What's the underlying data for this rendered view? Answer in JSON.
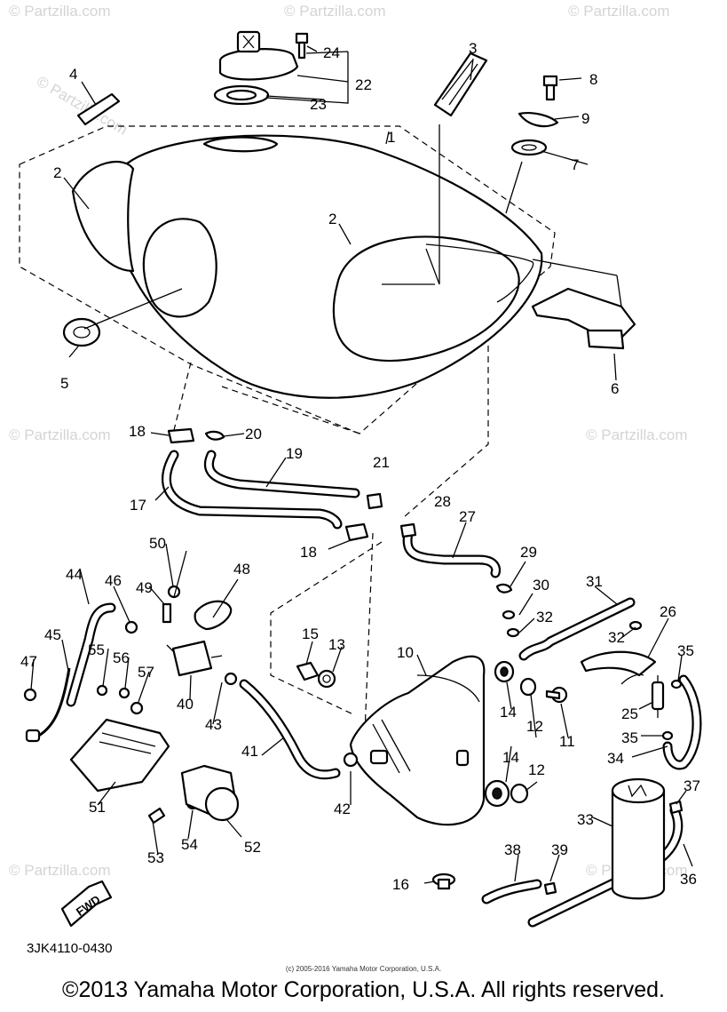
{
  "diagram_code": "3JK4110-0430",
  "fwd_label": "FWD",
  "watermark": "© Partzilla.com",
  "copyright_small": "(c) 2005-2016 Yamaha Motor Corporation, U.S.A.",
  "copyright_main": "©2013 Yamaha Motor Corporation, U.S.A. All rights reserved.",
  "callouts": [
    "1",
    "2",
    "2",
    "3",
    "4",
    "5",
    "6",
    "7",
    "8",
    "9",
    "10",
    "11",
    "12",
    "12",
    "13",
    "14",
    "14",
    "15",
    "16",
    "17",
    "18",
    "18",
    "19",
    "20",
    "21",
    "22",
    "23",
    "24",
    "25",
    "26",
    "27",
    "28",
    "29",
    "30",
    "31",
    "32",
    "32",
    "33",
    "34",
    "35",
    "35",
    "36",
    "37",
    "38",
    "39",
    "40",
    "41",
    "42",
    "43",
    "44",
    "45",
    "46",
    "47",
    "48",
    "49",
    "50",
    "51",
    "52",
    "53",
    "54",
    "55",
    "56",
    "57"
  ]
}
